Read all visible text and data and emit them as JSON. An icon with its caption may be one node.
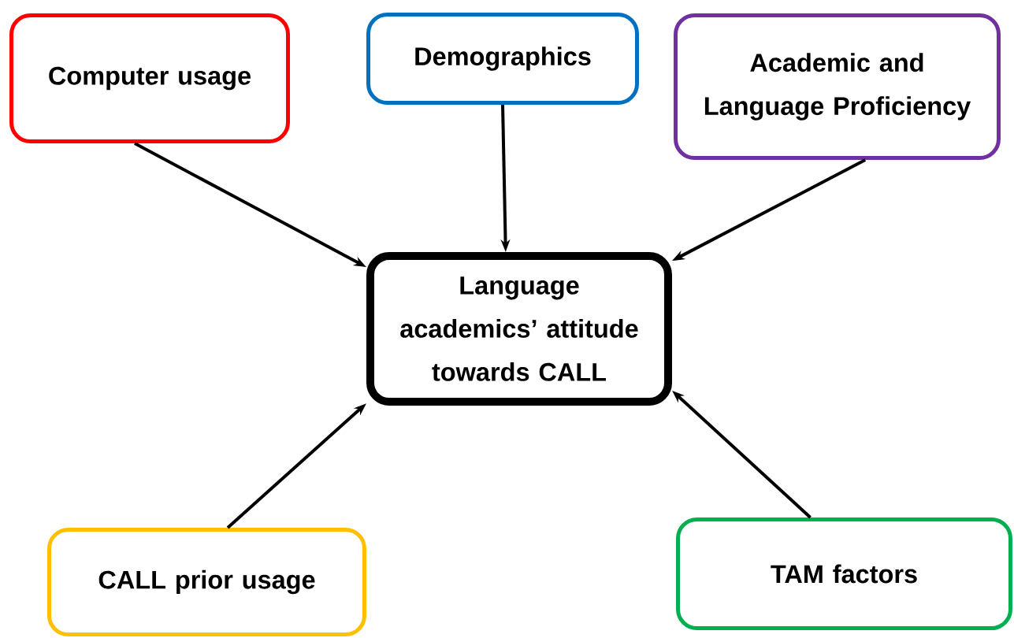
{
  "diagram": {
    "nodes": [
      {
        "text": [
          "Computer usage"
        ]
      },
      {
        "text": [
          "Demographics"
        ]
      },
      {
        "text": [
          "Academic and Language Proficiency"
        ]
      },
      {
        "text": [
          "Language academics’ attitude towards CALL"
        ]
      },
      {
        "text": [
          "CALL prior usage"
        ]
      },
      {
        "text": [
          "TAM factors"
        ]
      }
    ],
    "edges": [
      {
        "from": 0,
        "to": 3,
        "arrow": "to"
      },
      {
        "from": 1,
        "to": 3,
        "arrow": "to"
      },
      {
        "from": 2,
        "to": 3,
        "arrow": "to"
      },
      {
        "from": 4,
        "to": 3,
        "arrow": "to"
      },
      {
        "from": 5,
        "to": 3,
        "arrow": "to"
      }
    ]
  }
}
